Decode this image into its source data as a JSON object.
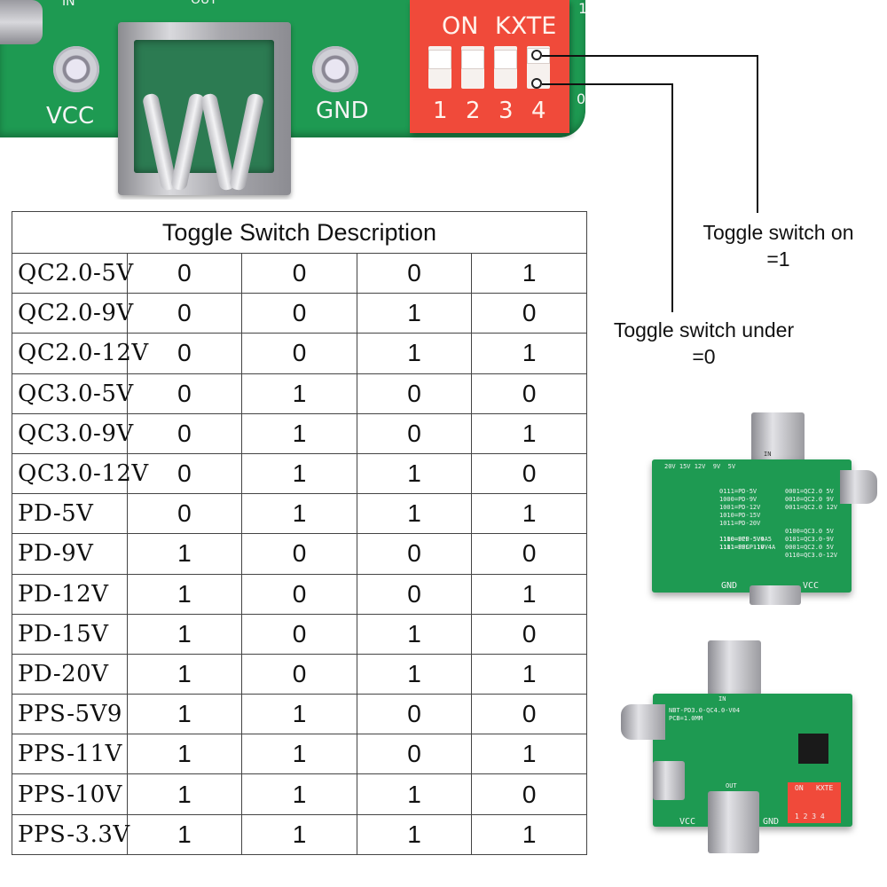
{
  "board_top": {
    "left_label": "VCC",
    "right_label": "GND",
    "connector_label": "OUT",
    "corner_label": "IN",
    "dip": {
      "on_label": "ON",
      "brand_label": "KXTE",
      "positions": [
        "1",
        "2",
        "3",
        "4"
      ],
      "on_side_label": "1",
      "off_side_label": "0"
    }
  },
  "annotations": {
    "on_text": "Toggle switch on\n=1",
    "off_text": "Toggle switch under\n=0"
  },
  "table": {
    "title": "Toggle Switch Description",
    "rows": [
      {
        "mode": "QC2.0-5V",
        "bits": [
          "0",
          "0",
          "0",
          "1"
        ]
      },
      {
        "mode": "QC2.0-9V",
        "bits": [
          "0",
          "0",
          "1",
          "0"
        ]
      },
      {
        "mode": "QC2.0-12V",
        "bits": [
          "0",
          "0",
          "1",
          "1"
        ]
      },
      {
        "mode": "QC3.0-5V",
        "bits": [
          "0",
          "1",
          "0",
          "0"
        ]
      },
      {
        "mode": "QC3.0-9V",
        "bits": [
          "0",
          "1",
          "0",
          "1"
        ]
      },
      {
        "mode": "QC3.0-12V",
        "bits": [
          "0",
          "1",
          "1",
          "0"
        ]
      },
      {
        "mode": "PD-5V",
        "bits": [
          "0",
          "1",
          "1",
          "1"
        ]
      },
      {
        "mode": "PD-9V",
        "bits": [
          "1",
          "0",
          "0",
          "0"
        ]
      },
      {
        "mode": "PD-12V",
        "bits": [
          "1",
          "0",
          "0",
          "1"
        ]
      },
      {
        "mode": "PD-15V",
        "bits": [
          "1",
          "0",
          "1",
          "0"
        ]
      },
      {
        "mode": "PD-20V",
        "bits": [
          "1",
          "0",
          "1",
          "1"
        ]
      },
      {
        "mode": "PPS-5V9",
        "bits": [
          "1",
          "1",
          "0",
          "0"
        ]
      },
      {
        "mode": "PPS-11V",
        "bits": [
          "1",
          "1",
          "0",
          "1"
        ]
      },
      {
        "mode": "PPS-10V",
        "bits": [
          "1",
          "1",
          "1",
          "0"
        ]
      },
      {
        "mode": "PPS-3.3V",
        "bits": [
          "1",
          "1",
          "1",
          "1"
        ]
      }
    ]
  },
  "photo_back": {
    "voltage_row": "20V 15V 12V  9V  5V",
    "codes_left": "0111=PD-5V\n1000=PD-9V\n1001=PD-12V\n1010=PD-15V\n1011=PD-20V\n\n1110=SCP-5V4A5\n1111=SSCP-10V4A",
    "codes_mid": "\n\n\n\n\n\n1100=PPS-5V9\n1101=PPS-11V",
    "codes_right": "0001=QC2.0 5V\n0010=QC2.0 9V\n0011=QC2.0 12V\n\n\n0100=QC3.0 5V\n0101=QC3.0-9V\n0001=QC2.0 5V\n0110=QC3.0-12V",
    "in_label": "IN",
    "gnd_label": "GND",
    "vcc_label": "VCC"
  },
  "photo_front": {
    "model_label": "NBT-PD3.0-QC4.0-V04",
    "pcb_label": "PCB=1.0MM",
    "in_label": "IN",
    "out_label": "OUT",
    "vcc_label": "VCC",
    "gnd_label": "GND",
    "dip_on": "ON",
    "dip_brand": "KXTE",
    "dip_positions": "1 2 3 4"
  },
  "colors": {
    "pcb_green": "#1e9a52",
    "dip_red": "#f04a3a",
    "table_border": "#444444",
    "text": "#111111"
  }
}
